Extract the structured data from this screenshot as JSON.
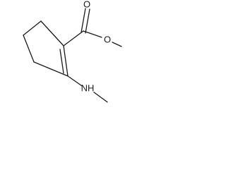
{
  "molecule": {
    "atom_labels": {
      "carbonyl_oxygen": "O",
      "ester_oxygen": "O",
      "amine": "NH"
    }
  },
  "colors": {
    "bond": "#1a1a1a",
    "background": "#ffffff"
  }
}
